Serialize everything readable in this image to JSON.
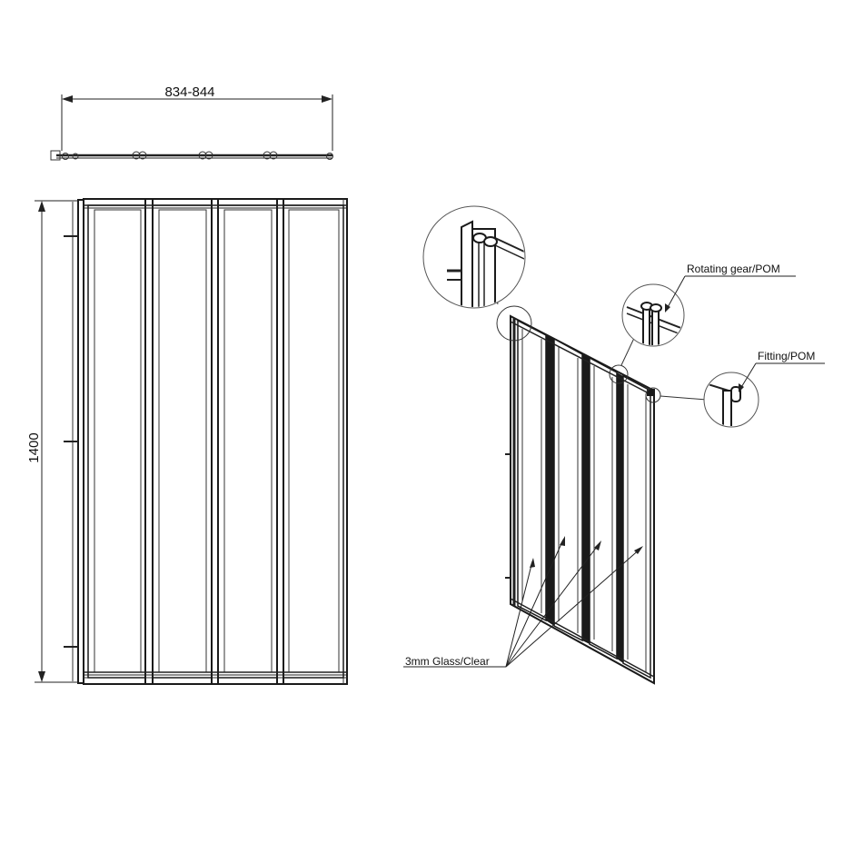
{
  "dimensions": {
    "width": "834-844",
    "height": "1400"
  },
  "labels": {
    "rotating_gear": "Rotating gear/POM",
    "fitting": "Fitting/POM",
    "glass": "3mm Glass/Clear"
  },
  "colors": {
    "line": "#1a1a1a",
    "background": "#ffffff"
  }
}
